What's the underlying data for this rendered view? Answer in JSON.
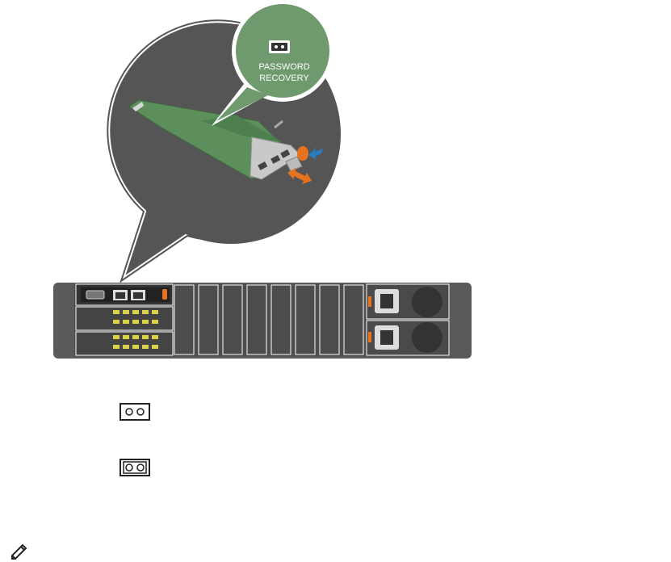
{
  "callout": {
    "label_line1": "PASSWORD",
    "label_line2": "RECOVERY"
  },
  "legend": [
    {
      "name": "jumper-open",
      "icon": "jumper-open-icon"
    },
    {
      "name": "jumper-closed",
      "icon": "jumper-closed-icon"
    }
  ],
  "note": {
    "icon": "note-pencil-icon"
  },
  "colors": {
    "callout_green": "#6e9a6e",
    "board_green": "#5c8f5c",
    "chassis_dark": "#555555",
    "accent_orange": "#e8731e",
    "accent_blue": "#2b7bc0",
    "bezel_light": "#ffffff"
  }
}
